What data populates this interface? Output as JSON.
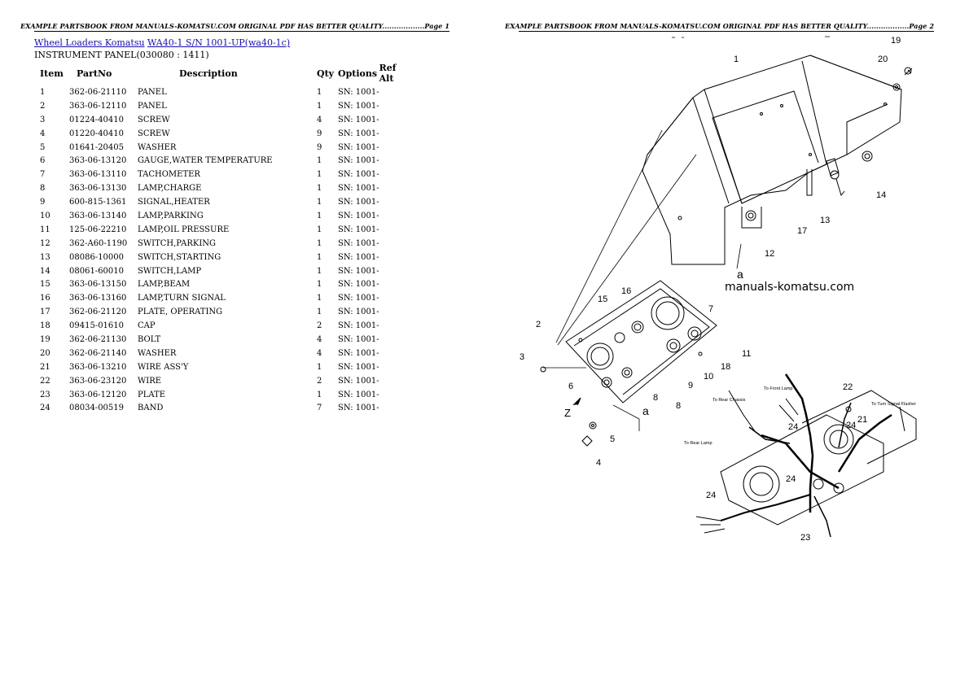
{
  "page1": {
    "header": "EXAMPLE PARTSBOOK FROM MANUALS-KOMATSU.COM ORIGINAL PDF HAS BETTER QUALITY..................Page 1",
    "breadcrumb": {
      "category": "Wheel Loaders Komatsu",
      "model": "WA40-1 S/N 1001-UP(wa40-1c)"
    },
    "subtitle": "INSTRUMENT PANEL(030080 : 1411)",
    "columns": [
      "Item",
      "PartNo",
      "Description",
      "Qty",
      "Options",
      "Ref Alt"
    ],
    "rows": [
      {
        "item": "1",
        "partno": "362-06-21110",
        "desc": "PANEL",
        "qty": "1",
        "options": "SN: 1001-"
      },
      {
        "item": "2",
        "partno": "363-06-12110",
        "desc": "PANEL",
        "qty": "1",
        "options": "SN: 1001-"
      },
      {
        "item": "3",
        "partno": "01224-40410",
        "desc": "SCREW",
        "qty": "4",
        "options": "SN: 1001-"
      },
      {
        "item": "4",
        "partno": "01220-40410",
        "desc": "SCREW",
        "qty": "9",
        "options": "SN: 1001-"
      },
      {
        "item": "5",
        "partno": "01641-20405",
        "desc": "WASHER",
        "qty": "9",
        "options": "SN: 1001-"
      },
      {
        "item": "6",
        "partno": "363-06-13120",
        "desc": "GAUGE,WATER TEMPERATURE",
        "qty": "1",
        "options": "SN: 1001-"
      },
      {
        "item": "7",
        "partno": "363-06-13110",
        "desc": "TACHOMETER",
        "qty": "1",
        "options": "SN: 1001-"
      },
      {
        "item": "8",
        "partno": "363-06-13130",
        "desc": "LAMP,CHARGE",
        "qty": "1",
        "options": "SN: 1001-"
      },
      {
        "item": "9",
        "partno": "600-815-1361",
        "desc": "SIGNAL,HEATER",
        "qty": "1",
        "options": "SN: 1001-"
      },
      {
        "item": "10",
        "partno": "363-06-13140",
        "desc": "LAMP,PARKING",
        "qty": "1",
        "options": "SN: 1001-"
      },
      {
        "item": "11",
        "partno": "125-06-22210",
        "desc": "LAMP,OIL PRESSURE",
        "qty": "1",
        "options": "SN: 1001-"
      },
      {
        "item": "12",
        "partno": "362-A60-1190",
        "desc": "SWITCH,PARKING",
        "qty": "1",
        "options": "SN: 1001-"
      },
      {
        "item": "13",
        "partno": "08086-10000",
        "desc": "SWITCH,STARTING",
        "qty": "1",
        "options": "SN: 1001-"
      },
      {
        "item": "14",
        "partno": "08061-60010",
        "desc": "SWITCH,LAMP",
        "qty": "1",
        "options": "SN: 1001-"
      },
      {
        "item": "15",
        "partno": "363-06-13150",
        "desc": "LAMP,BEAM",
        "qty": "1",
        "options": "SN: 1001-"
      },
      {
        "item": "16",
        "partno": "363-06-13160",
        "desc": "LAMP,TURN SIGNAL",
        "qty": "1",
        "options": "SN: 1001-"
      },
      {
        "item": "17",
        "partno": "362-06-21120",
        "desc": "PLATE, OPERATING",
        "qty": "1",
        "options": "SN: 1001-"
      },
      {
        "item": "18",
        "partno": "09415-01610",
        "desc": "CAP",
        "qty": "2",
        "options": "SN: 1001-"
      },
      {
        "item": "19",
        "partno": "362-06-21130",
        "desc": "BOLT",
        "qty": "4",
        "options": "SN: 1001-"
      },
      {
        "item": "20",
        "partno": "362-06-21140",
        "desc": "WASHER",
        "qty": "4",
        "options": "SN: 1001-"
      },
      {
        "item": "21",
        "partno": "363-06-13210",
        "desc": "WIRE ASS'Y",
        "qty": "1",
        "options": "SN: 1001-"
      },
      {
        "item": "22",
        "partno": "363-06-23120",
        "desc": "WIRE",
        "qty": "2",
        "options": "SN: 1001-"
      },
      {
        "item": "23",
        "partno": "363-06-12120",
        "desc": "PLATE",
        "qty": "1",
        "options": "SN: 1001-"
      },
      {
        "item": "24",
        "partno": "08034-00519",
        "desc": "BAND",
        "qty": "7",
        "options": "SN: 1001-"
      }
    ]
  },
  "page2": {
    "header": "EXAMPLE PARTSBOOK FROM MANUALS-KOMATSU.COM ORIGINAL PDF HAS BETTER QUALITY..................Page 2",
    "watermark": "manuals-komatsu.com",
    "callouts": {
      "n1": "1",
      "n2": "2",
      "n3": "3",
      "n4": "4",
      "n5": "5",
      "n6": "6",
      "n7": "7",
      "n8": "8",
      "n9": "9",
      "n10": "10",
      "n11": "11",
      "n12": "12",
      "n13": "13",
      "n14": "14",
      "n15": "15",
      "n16": "16",
      "n17": "17",
      "n18": "18",
      "n19": "19",
      "n20": "20",
      "n21": "21",
      "n22": "22",
      "n23": "23",
      "n24": "24",
      "a": "a",
      "z": "Z"
    },
    "wire_labels": {
      "front_lamp": "To Front Lamp",
      "rear_chassis": "To Rear Chassis",
      "turn_signal_flasher": "To Turn Signal Flasher",
      "rear_lamp": "To Rear Lamp"
    }
  }
}
